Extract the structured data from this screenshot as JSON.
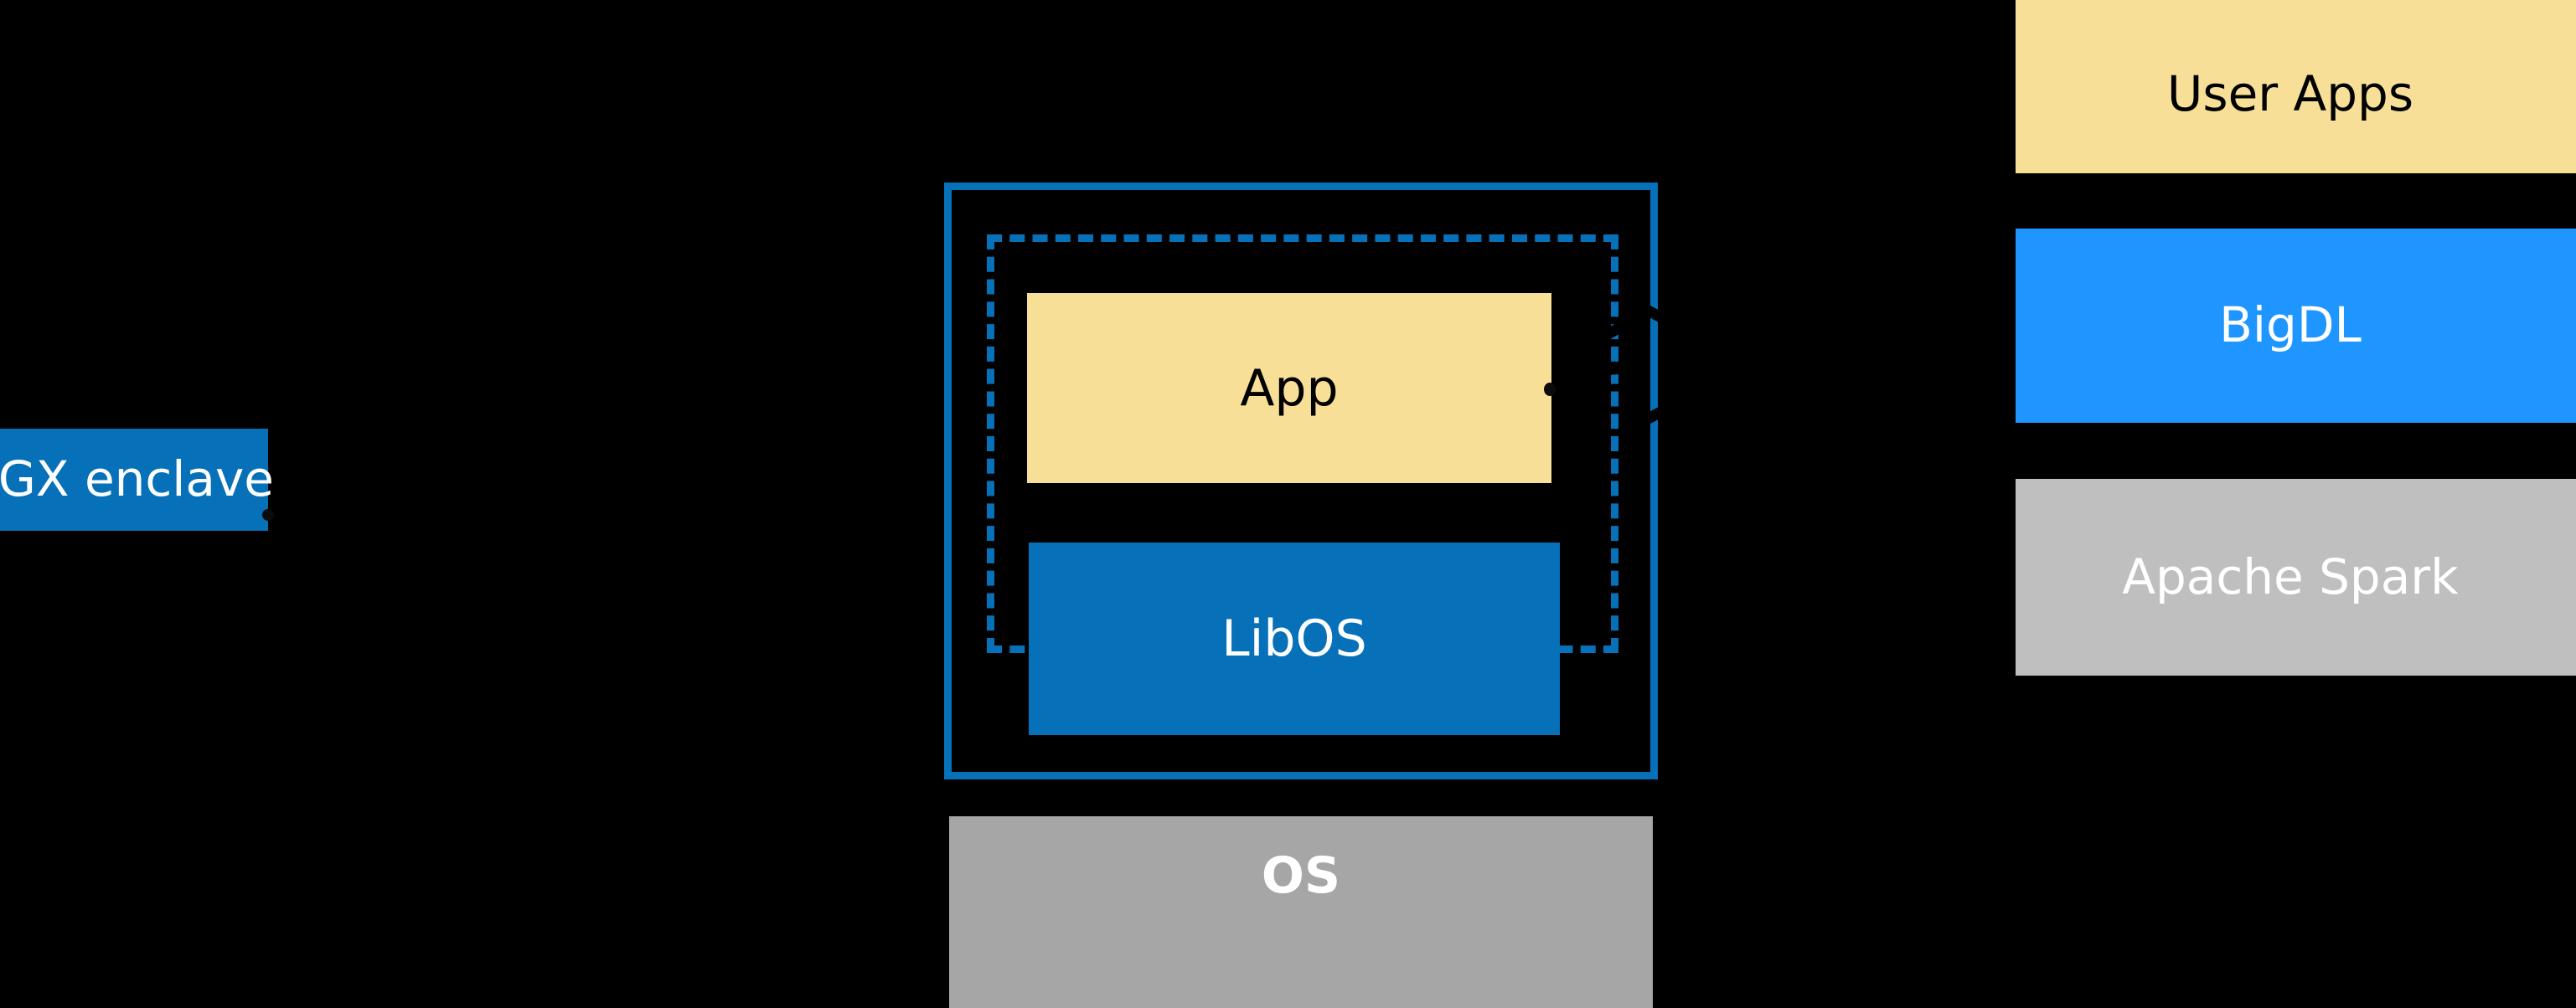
{
  "diagram": {
    "background_color": "#000000",
    "palette": {
      "enclave_blue": "#0670B8",
      "bigdl_blue": "#1E95FF",
      "app_yellow": "#F8DF98",
      "os_gray": "#A6A6A6",
      "spark_gray": "#BFBFBF",
      "text_light": "#FFFFFF",
      "text_dark": "#000000"
    },
    "left_group": {
      "sgx_enclave_label": "SGX enclave"
    },
    "center_group": {
      "app_label": "App",
      "libos_label": "LibOS",
      "os_label": "OS"
    },
    "right_group": {
      "items": [
        {
          "label": "User Apps",
          "color": "#F8DF98"
        },
        {
          "label": "BigDL",
          "color": "#1E95FF"
        },
        {
          "label": "Apache Spark",
          "color": "#BFBFBF"
        }
      ]
    }
  }
}
